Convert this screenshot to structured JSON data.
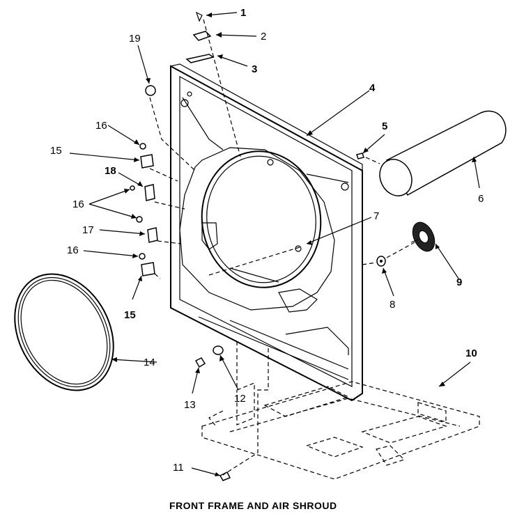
{
  "labels": {
    "l1": "1",
    "l2": "2",
    "l3": "3",
    "l4": "4",
    "l5": "5",
    "l6": "6",
    "l7": "7",
    "l8": "8",
    "l9": "9",
    "l10": "10",
    "l11": "11",
    "l12": "12",
    "l13": "13",
    "l14": "14",
    "l15a": "15",
    "l15b": "15",
    "l16a": "16",
    "l16b": "16",
    "l16c": "16",
    "l17": "17",
    "l18": "18",
    "l19": "19"
  },
  "caption": "FRONT FRAME AND AIR SHROUD"
}
